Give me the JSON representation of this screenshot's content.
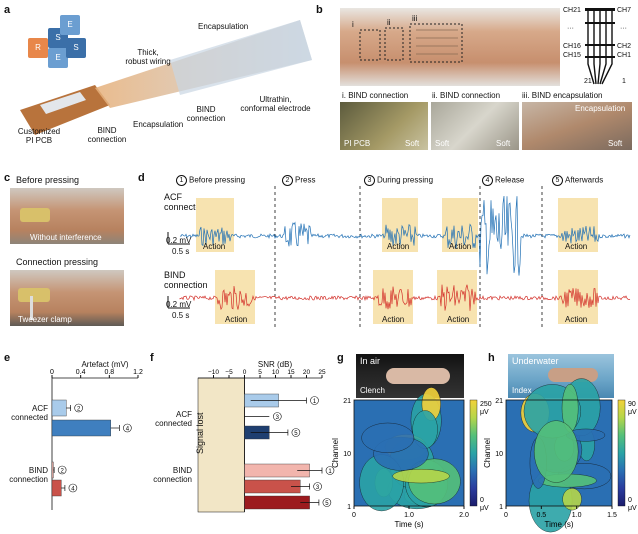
{
  "panels": {
    "a": {
      "label": "a",
      "puzzle_letters": [
        "R",
        "S",
        "E",
        "E",
        "S"
      ],
      "callouts": {
        "encapsulation_top": "Encapsulation",
        "thick_wiring": "Thick,\nrobust wiring",
        "ultrathin": "Ultrathin,\nconformal electrode",
        "bind_connection_right": "BIND\nconnection",
        "encapsulation_bottom": "Encapsulation",
        "bind_connection_left": "BIND\nconnection",
        "pi_pcb": "Customized\nPI PCB"
      }
    },
    "b": {
      "label": "b",
      "roman": [
        "i",
        "ii",
        "iii"
      ],
      "channels": {
        "ch21": "CH21",
        "ch7": "CH7",
        "dots1": "···",
        "dots2": "···",
        "ch16": "CH16",
        "ch2": "CH2",
        "ch15": "CH15",
        "ch1": "CH1",
        "n21": "21",
        "n1": "1"
      },
      "zoom_captions": [
        "i. BIND connection",
        "ii. BIND connection",
        "iii. BIND encapsulation"
      ],
      "zoom_overlays": {
        "pi_pcb": "PI PCB",
        "soft1": "Soft",
        "soft2": "Soft",
        "soft3": "Soft",
        "encapsulation": "Encapsulation",
        "soft_left": "Soft"
      }
    },
    "c": {
      "label": "c",
      "before": "Before pressing",
      "without": "Without interference",
      "pressing": "Connection pressing",
      "tweezer": "Tweezer clamp"
    },
    "d": {
      "label": "d",
      "phases": [
        {
          "num": "1",
          "text": "Before pressing"
        },
        {
          "num": "2",
          "text": "Press"
        },
        {
          "num": "3",
          "text": "During pressing"
        },
        {
          "num": "4",
          "text": "Release"
        },
        {
          "num": "5",
          "text": "Afterwards"
        }
      ],
      "acf_label": "ACF\nconnected",
      "bind_label": "BIND\nconnection",
      "action": "Action",
      "scale_mv": "0.2 mV",
      "scale_s": "0.5 s",
      "colors": {
        "acf": "#1f6fb4",
        "bind": "#d3302a",
        "action_box": "#f7e3b0"
      }
    },
    "e": {
      "label": "e",
      "chart_data": {
        "type": "bar",
        "xlabel": "Artefact (mV)",
        "xlim": [
          0,
          1.2
        ],
        "xticks": [
          "0",
          "0.4",
          "0.8",
          "1.2"
        ],
        "groups": [
          "ACF\nconnected",
          "BIND\nconnection"
        ],
        "series": [
          {
            "marker": "2",
            "group": "ACF\nconnected",
            "value": 0.2,
            "err": 0.06,
            "color": "#a9cbea"
          },
          {
            "marker": "4",
            "group": "ACF\nconnected",
            "value": 0.82,
            "err": 0.12,
            "color": "#3f7fbf"
          },
          {
            "marker": "2",
            "group": "BIND\nconnection",
            "value": 0.02,
            "err": 0.01,
            "color": "#f2b5ad"
          },
          {
            "marker": "4",
            "group": "BIND\nconnection",
            "value": 0.13,
            "err": 0.05,
            "color": "#c9524a"
          }
        ]
      }
    },
    "f": {
      "label": "f",
      "chart_data": {
        "type": "bar",
        "xlabel": "SNR (dB)",
        "xlim": [
          -15,
          25
        ],
        "xticks": [
          "−10",
          "−5",
          "0",
          "5",
          "10",
          "15",
          "20",
          "25"
        ],
        "signal_lost": "Signal lost",
        "groups": [
          "ACF\nconnected",
          "BIND\nconnection"
        ],
        "series": [
          {
            "marker": "1",
            "group": "ACF\nconnected",
            "value": 11,
            "err": 9,
            "color": "#a9cbea"
          },
          {
            "marker": "3",
            "group": "ACF\nconnected",
            "value": null,
            "err": null,
            "color": "#3f7fbf"
          },
          {
            "marker": "5",
            "group": "ACF\nconnected",
            "value": 8,
            "err": 6,
            "color": "#1f3f70"
          },
          {
            "marker": "1",
            "group": "BIND\nconnection",
            "value": 21,
            "err": 4,
            "color": "#f2b5ad"
          },
          {
            "marker": "3",
            "group": "BIND\nconnection",
            "value": 18,
            "err": 3,
            "color": "#c9524a"
          },
          {
            "marker": "5",
            "group": "BIND\nconnection",
            "value": 21,
            "err": 3,
            "color": "#9c1a1e"
          }
        ]
      }
    },
    "g": {
      "label": "g",
      "photo_title": "In air",
      "photo_caption": "Clench",
      "chart_data": {
        "type": "heatmap",
        "xlabel": "Time (s)",
        "ylabel": "Channel",
        "xticks": [
          "0",
          "1.0",
          "2.0"
        ],
        "yticks": [
          "21",
          "10",
          "1"
        ],
        "cbar_max": "250",
        "cbar_min": "0",
        "unit": "μV"
      }
    },
    "h": {
      "label": "h",
      "photo_title": "Underwater",
      "photo_caption": "Index",
      "chart_data": {
        "type": "heatmap",
        "xlabel": "Time (s)",
        "ylabel": "Channel",
        "xticks": [
          "0",
          "0.5",
          "1.0",
          "1.5"
        ],
        "yticks": [
          "21",
          "10",
          "1"
        ],
        "cbar_max": "90",
        "cbar_min": "0",
        "unit": "μV"
      }
    }
  }
}
